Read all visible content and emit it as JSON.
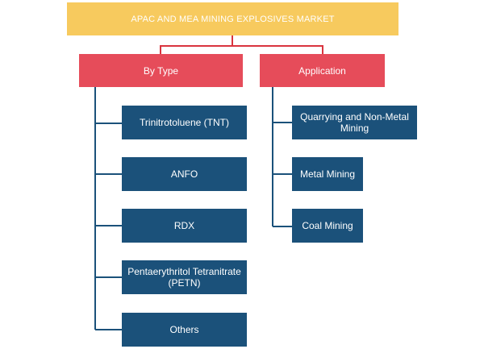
{
  "colors": {
    "root_fill": "#f7ca5e",
    "category_fill": "#e64c5a",
    "leaf_fill": "#1b517a",
    "connector": "#1b517a",
    "root_connector": "#d9343e"
  },
  "root": {
    "label": "APAC AND MEA MINING EXPLOSIVES MARKET"
  },
  "categories": [
    {
      "label": "By Type",
      "items": [
        "Trinitrotoluene (TNT)",
        "ANFO",
        "RDX",
        "Pentaerythritol Tetranitrate (PETN)",
        "Others"
      ]
    },
    {
      "label": "Application",
      "items": [
        "Quarrying and Non-Metal Mining",
        "Metal Mining",
        "Coal Mining"
      ]
    }
  ]
}
